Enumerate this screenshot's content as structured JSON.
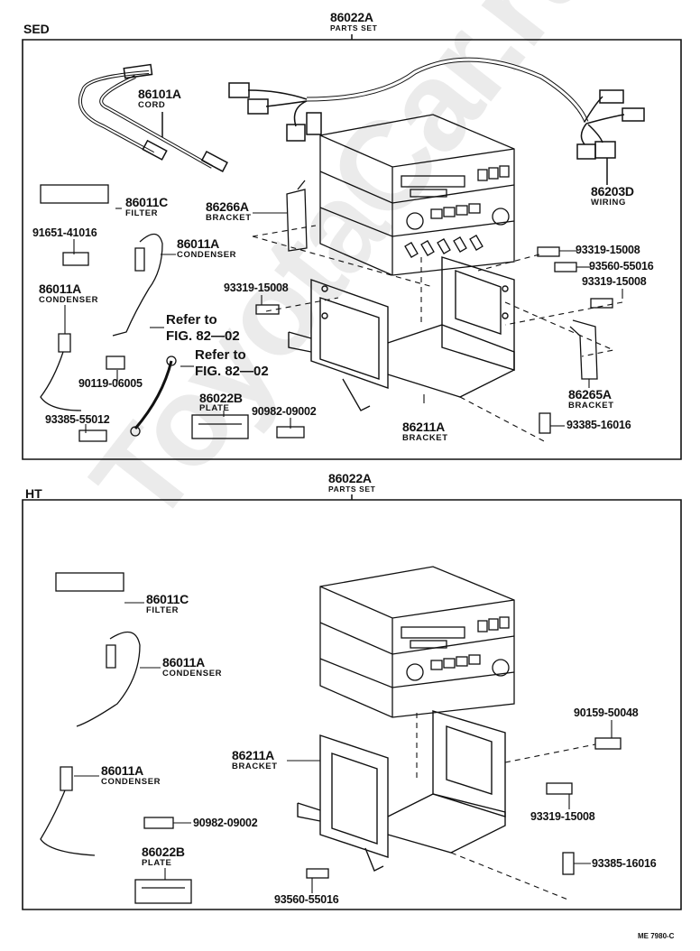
{
  "watermark": "ToyotaCar.ru",
  "drawing_code": "ME 7980-C",
  "sections": [
    {
      "id": "sed",
      "label": "SED",
      "header": {
        "part_no": "86022A",
        "name": "PARTS SET"
      },
      "callouts": [
        {
          "part_no": "86101A",
          "name": "CORD"
        },
        {
          "part_no": "86011C",
          "name": "FILTER"
        },
        {
          "part_no": "86266A",
          "name": "BRACKET"
        },
        {
          "part_no": "91651-41016",
          "name": ""
        },
        {
          "part_no": "86011A",
          "name": "CONDENSER"
        },
        {
          "part_no": "86011A",
          "name": "CONDENSER"
        },
        {
          "part_no": "93319-15008",
          "name": ""
        },
        {
          "part_no": "90119-06005",
          "name": ""
        },
        {
          "part_no": "93385-55012",
          "name": ""
        },
        {
          "part_no": "86022B",
          "name": "PLATE"
        },
        {
          "part_no": "90982-09002",
          "name": ""
        },
        {
          "part_no": "86211A",
          "name": "BRACKET"
        },
        {
          "part_no": "86203D",
          "name": "WIRING"
        },
        {
          "part_no": "93319-15008",
          "name": ""
        },
        {
          "part_no": "93560-55016",
          "name": ""
        },
        {
          "part_no": "93319-15008",
          "name": ""
        },
        {
          "part_no": "86265A",
          "name": "BRACKET"
        },
        {
          "part_no": "93385-16016",
          "name": ""
        }
      ],
      "references": [
        "Refer to\nFIG. 82—02",
        "Refer to\nFIG. 82—02"
      ]
    },
    {
      "id": "ht",
      "label": "HT",
      "header": {
        "part_no": "86022A",
        "name": "PARTS SET"
      },
      "callouts": [
        {
          "part_no": "86011C",
          "name": "FILTER"
        },
        {
          "part_no": "86011A",
          "name": "CONDENSER"
        },
        {
          "part_no": "86211A",
          "name": "BRACKET"
        },
        {
          "part_no": "86011A",
          "name": "CONDENSER"
        },
        {
          "part_no": "90982-09002",
          "name": ""
        },
        {
          "part_no": "86022B",
          "name": "PLATE"
        },
        {
          "part_no": "93560-55016",
          "name": ""
        },
        {
          "part_no": "90159-50048",
          "name": ""
        },
        {
          "part_no": "93319-15008",
          "name": ""
        },
        {
          "part_no": "93385-16016",
          "name": ""
        }
      ]
    }
  ]
}
